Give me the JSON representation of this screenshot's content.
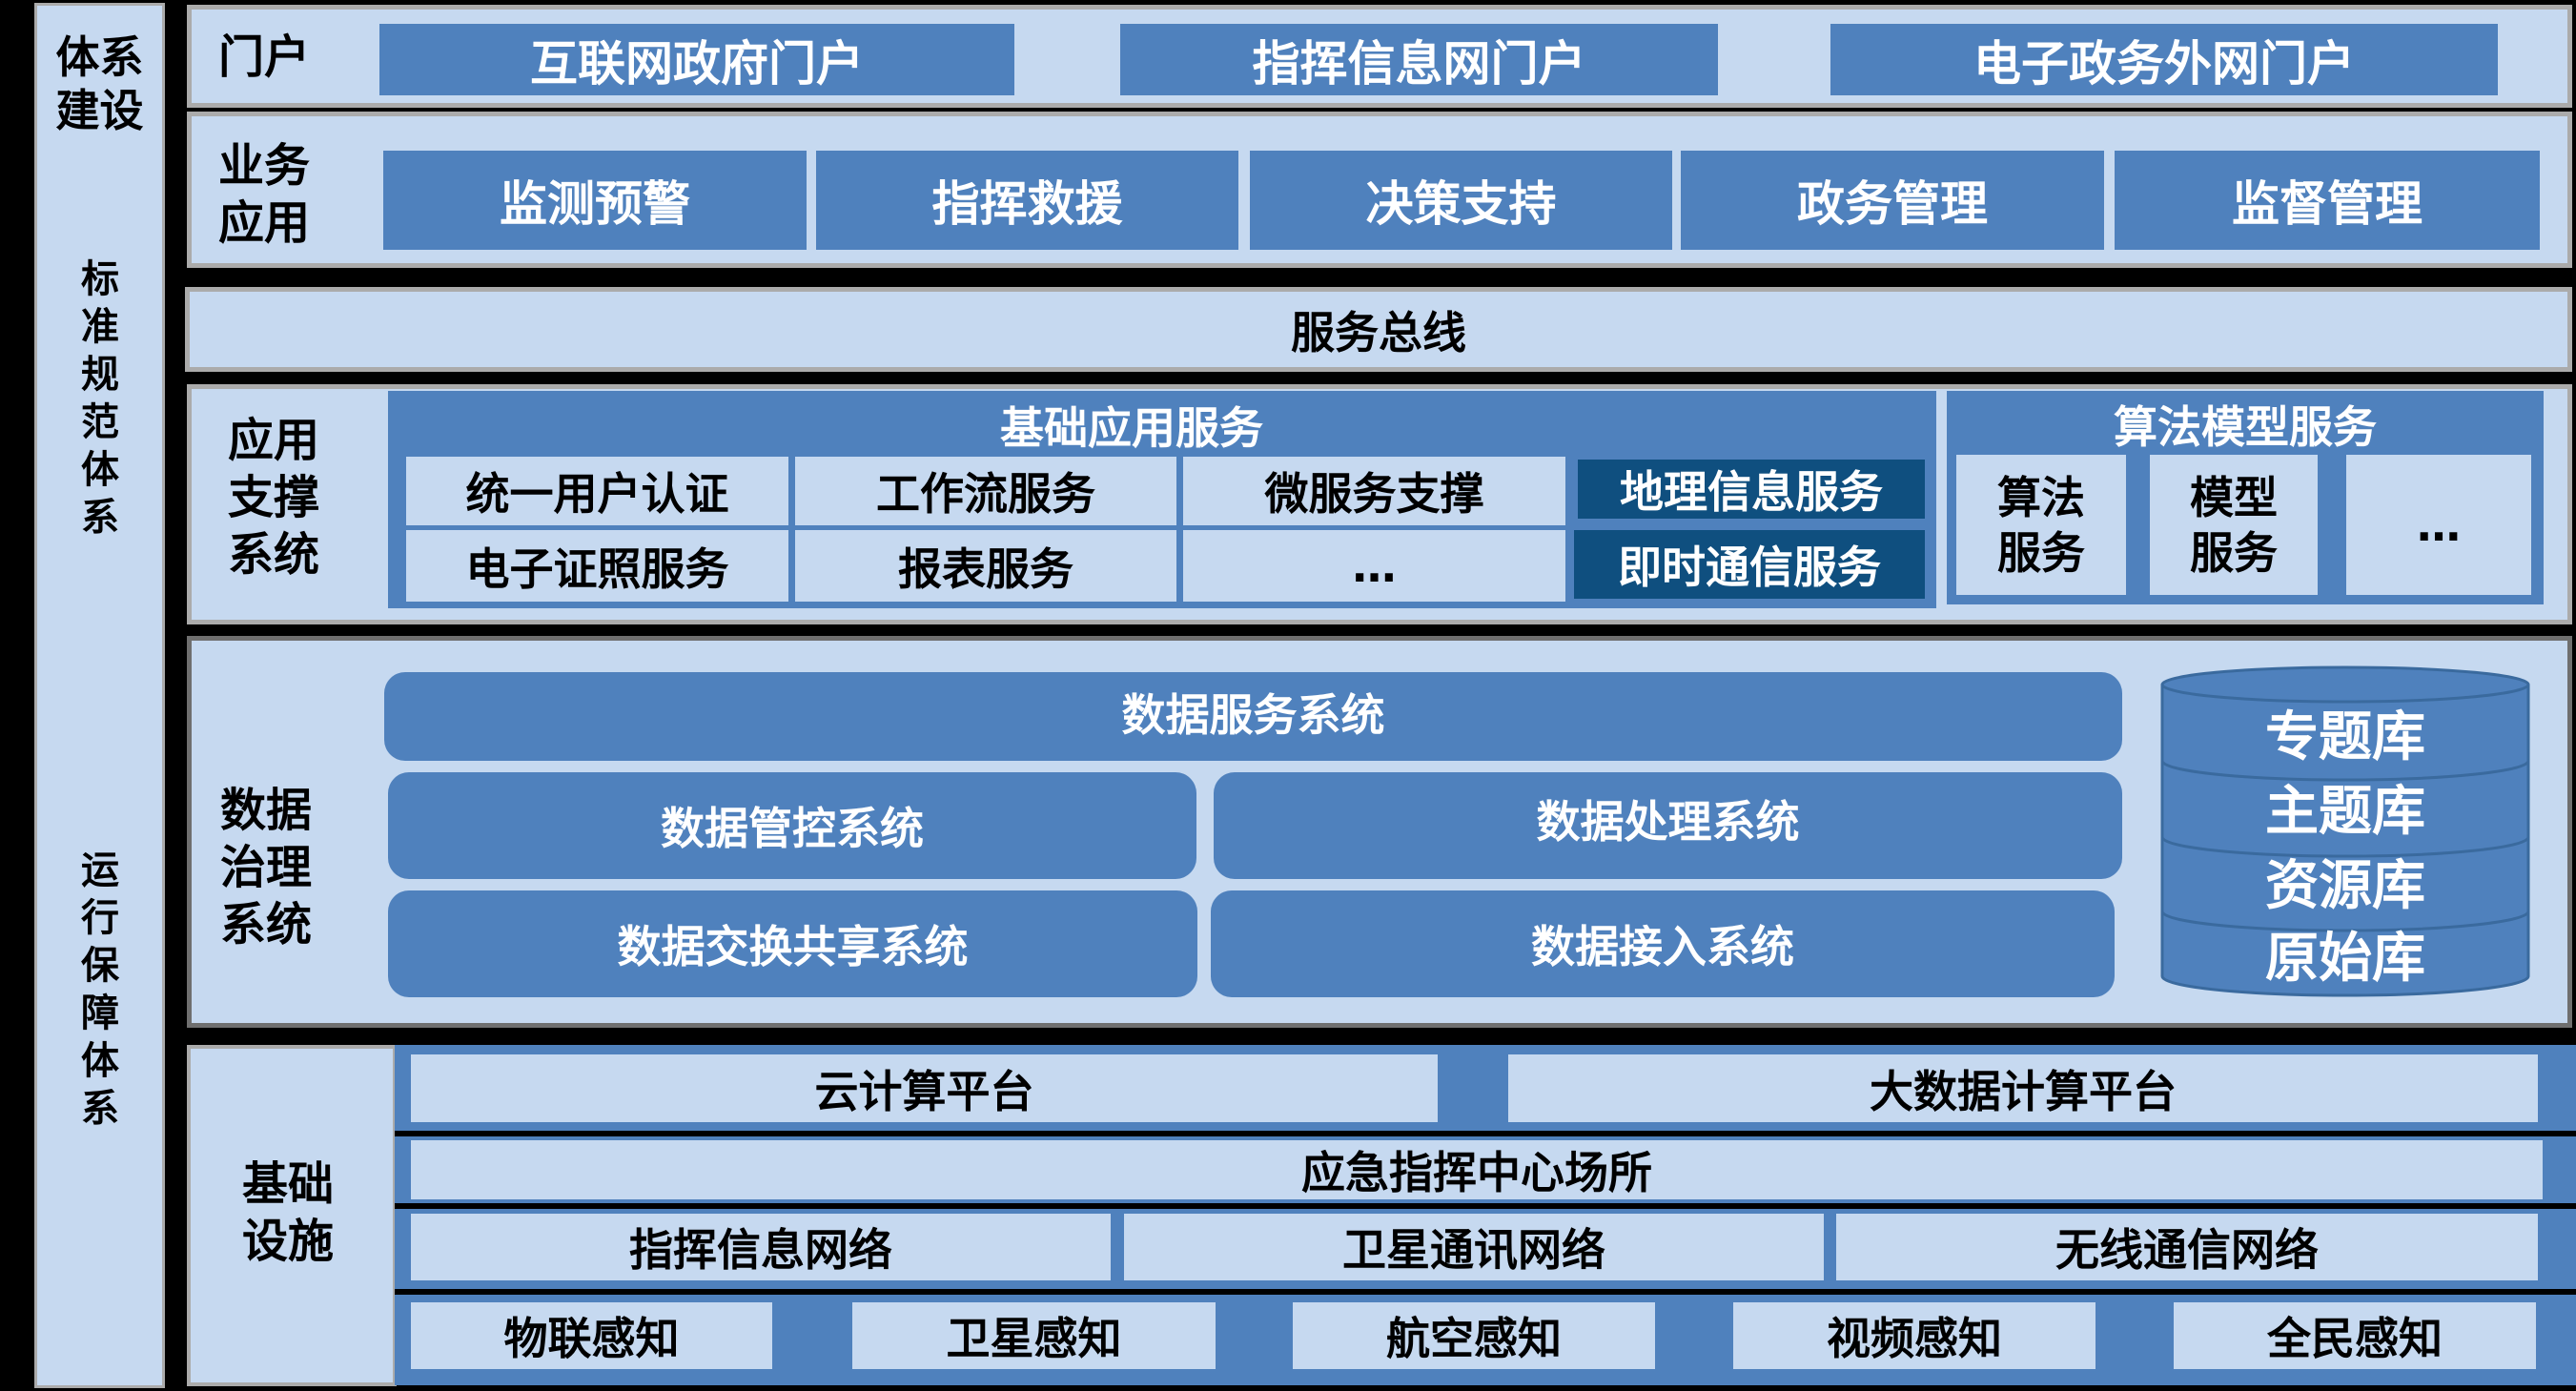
{
  "sidebar": {
    "title": "体系\n建设",
    "title_lines": [
      "体系",
      "建设"
    ],
    "standards": "标准规范体系",
    "operations": "运行保障体系"
  },
  "portal": {
    "label": "门户",
    "items": [
      "互联网政府门户",
      "指挥信息网门户",
      "电子政务外网门户"
    ]
  },
  "business": {
    "label_lines": [
      "业务",
      "应用"
    ],
    "items": [
      "监测预警",
      "指挥救援",
      "决策支持",
      "政务管理",
      "监督管理"
    ]
  },
  "service_bus": {
    "label": "服务总线"
  },
  "app_support": {
    "label_lines": [
      "应用",
      "支撑",
      "系统"
    ],
    "basic": {
      "title": "基础应用服务",
      "rows": [
        [
          "统一用户认证",
          "工作流服务",
          "微服务支撑",
          "地理信息服务"
        ],
        [
          "电子证照服务",
          "报表服务",
          "…",
          "即时通信服务"
        ]
      ]
    },
    "algorithm": {
      "title": "算法模型服务",
      "items": [
        {
          "lines": [
            "算法",
            "服务"
          ]
        },
        {
          "lines": [
            "模型",
            "服务"
          ]
        },
        {
          "lines": [
            "…"
          ]
        }
      ]
    }
  },
  "data_gov": {
    "label_lines": [
      "数据",
      "治理",
      "系统"
    ],
    "service": "数据服务系统",
    "control": "数据管控系统",
    "processing": "数据处理系统",
    "exchange": "数据交换共享系统",
    "ingest": "数据接入系统",
    "databases": [
      "专题库",
      "主题库",
      "资源库",
      "原始库"
    ]
  },
  "infra": {
    "label_lines": [
      "基础",
      "设施"
    ],
    "compute": [
      "云计算平台",
      "大数据计算平台"
    ],
    "venue": "应急指挥中心场所",
    "networks": [
      "指挥信息网络",
      "卫星通讯网络",
      "无线通信网络"
    ],
    "sensing": [
      "物联感知",
      "卫星感知",
      "航空感知",
      "视频感知",
      "全民感知"
    ]
  },
  "colors": {
    "light_blue": "#C6D9F0",
    "medium_blue": "#4F81BD",
    "navy": "#0F4F7F",
    "border_gray": "#ABABAB",
    "background": "#000000"
  }
}
